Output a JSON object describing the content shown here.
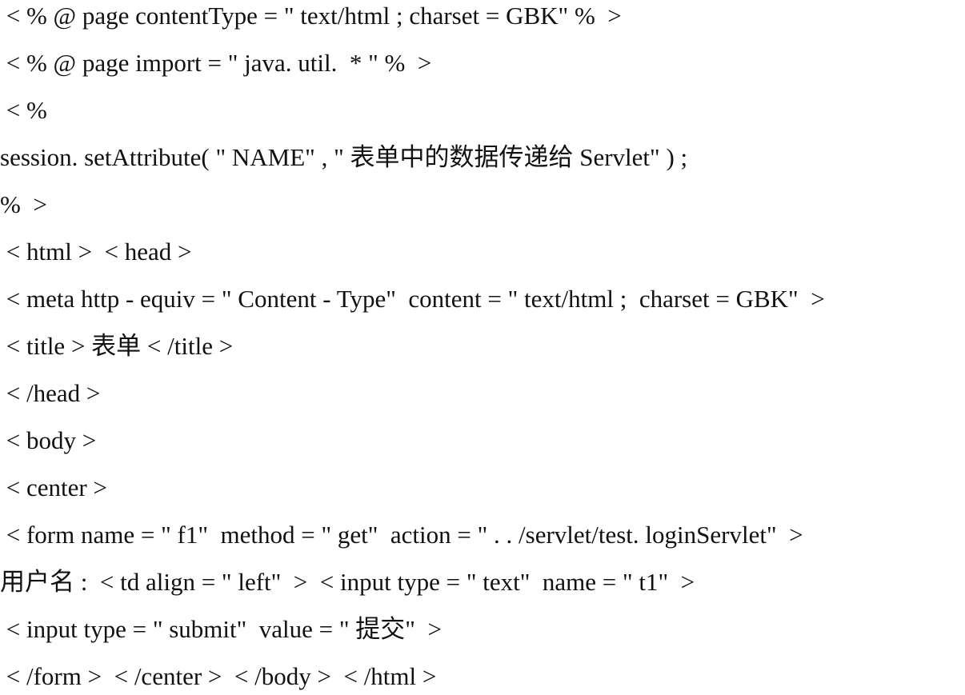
{
  "document": {
    "lines": [
      " < % @ page contentType = \" text/html ; charset = GBK\" %  >",
      " < % @ page import = \" java. util.  * \" %  >",
      " < %",
      "session. setAttribute( \" NAME\" , \" 表单中的数据传递给 Servlet\" ) ;",
      "%  >",
      " < html >  < head >",
      " < meta http - equiv = \" Content - Type\"  content = \" text/html ;  charset = GBK\"  >",
      " < title > 表单 < /title >",
      " < /head >",
      " < body >",
      " < center >",
      " < form name = \" f1\"  method = \" get\"  action = \" . . /servlet/test. loginServlet\"  >",
      "用户名 :  < td align = \" left\"  >  < input type = \" text\"  name = \" t1\"  >",
      " < input type = \" submit\"  value = \" 提交\"  >",
      " < /form >  < /center >  < /body >  < /html >"
    ]
  }
}
